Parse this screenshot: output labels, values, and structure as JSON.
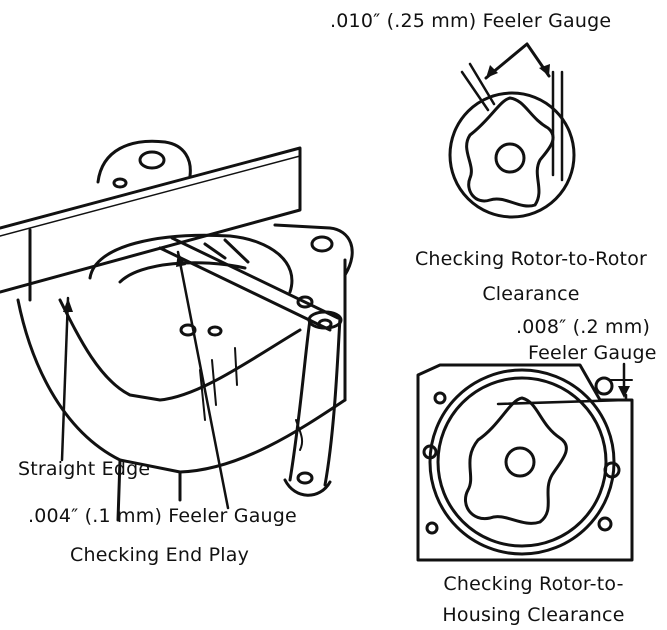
{
  "labels": {
    "top_gauge": ".010″ (.25 mm) Feeler Gauge",
    "rotor_rotor_line1": "Checking Rotor-to-Rotor",
    "rotor_rotor_line2": "Clearance",
    "housing_gauge_line1": ".008″ (.2 mm)",
    "housing_gauge_line2": "Feeler Gauge",
    "straight_edge": "Straight Edge",
    "endplay_gauge": ".004″ (.1 mm) Feeler Gauge",
    "end_play": "Checking End Play",
    "housing_line1": "Checking Rotor-to-",
    "housing_line2": "Housing Clearance"
  },
  "colors": {
    "ink": "#111111",
    "paper": "#ffffff",
    "shade": "#cfcfcf"
  }
}
